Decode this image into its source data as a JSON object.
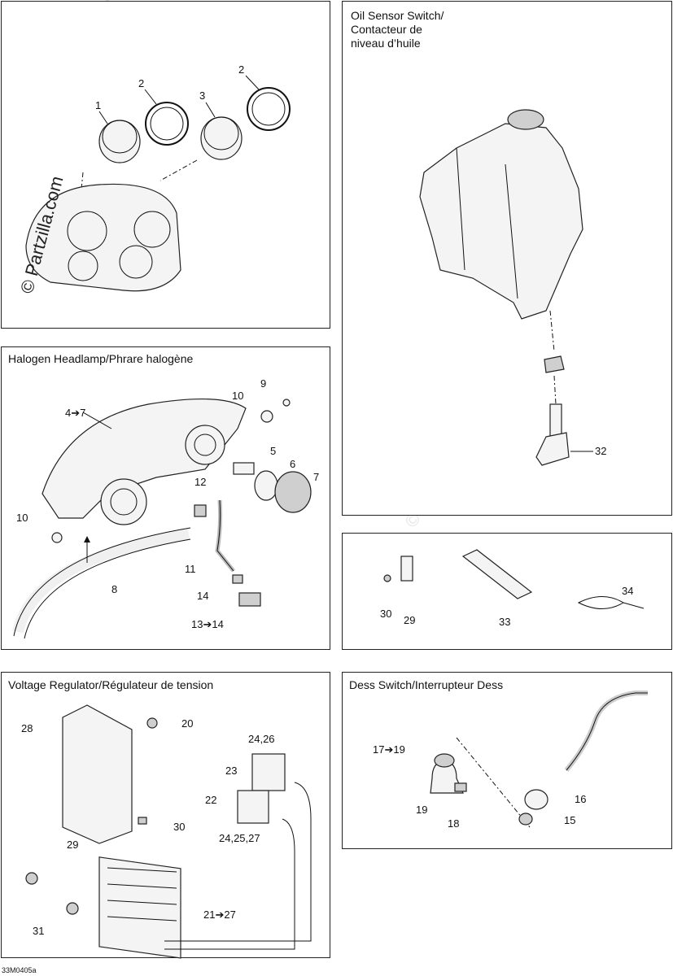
{
  "watermark": "© Partzilla.com",
  "diagram_code": "33M0405a",
  "panels": {
    "gauges": {
      "title": ""
    },
    "oil": {
      "title": "Oil Sensor Switch/\nContacteur de\nniveau d’huile"
    },
    "halogen": {
      "title": "Halogen Headlamp/Phrare halogène"
    },
    "misc": {
      "title": ""
    },
    "voltage": {
      "title": "Voltage Regulator/Régulateur de tension"
    },
    "dess": {
      "title": "Dess Switch/Interrupteur Dess"
    }
  },
  "labels": {
    "g1": "1",
    "g2a": "2",
    "g3": "3",
    "g2b": "2",
    "o32": "32",
    "h9": "9",
    "h10a": "10",
    "h47": "4➔7",
    "h5": "5",
    "h6": "6",
    "h7": "7",
    "h12": "12",
    "h10b": "10",
    "h11": "11",
    "h8": "8",
    "h14": "14",
    "h1314": "13➔14",
    "m30": "30",
    "m29": "29",
    "m33": "33",
    "m34": "34",
    "v28": "28",
    "v20": "20",
    "v2426": "24,26",
    "v23": "23",
    "v22": "22",
    "v242527": "24,25,27",
    "v30": "30",
    "v29": "29",
    "v2127": "21➔27",
    "v31": "31",
    "d1719": "17➔19",
    "d19": "19",
    "d18": "18",
    "d16": "16",
    "d15": "15"
  }
}
